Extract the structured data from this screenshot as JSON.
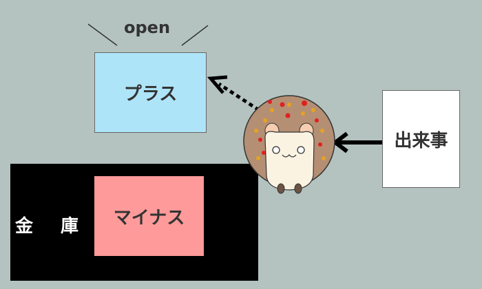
{
  "labels": {
    "open": "open",
    "plus": "プラス",
    "minus": "マイナス",
    "event": "出来事",
    "safe_char1": "金",
    "safe_char2": "庫"
  },
  "colors": {
    "background": "#b4c3c0",
    "plus_box": "#aee4f8",
    "minus_box": "#fe9a9a",
    "safe": "#000000",
    "event_box": "#ffffff"
  }
}
